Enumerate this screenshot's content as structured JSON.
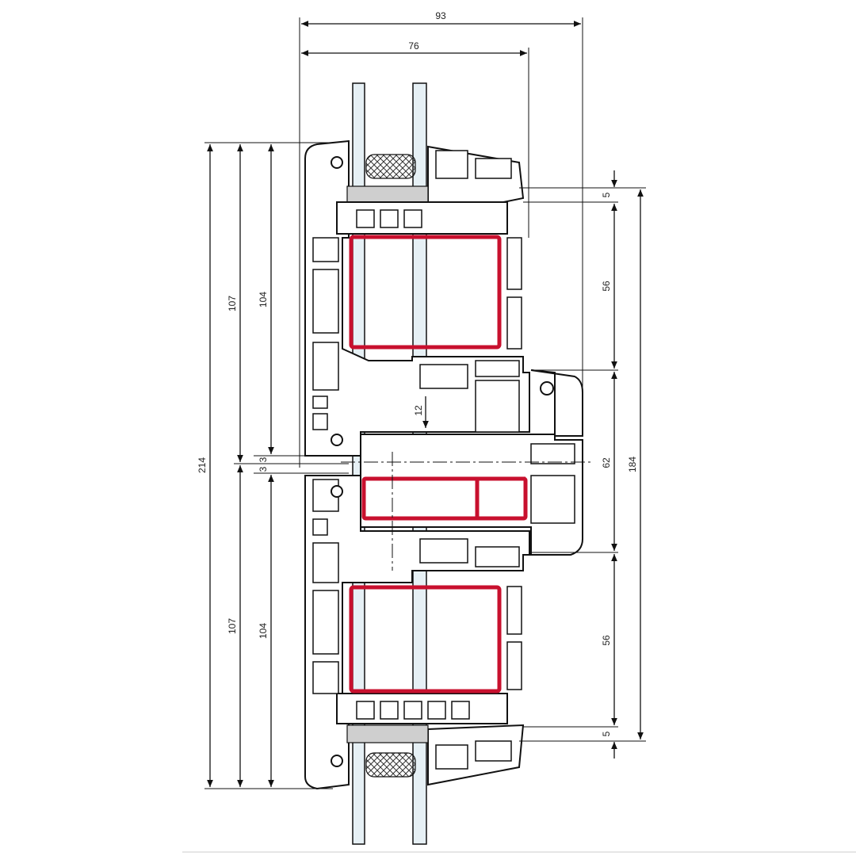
{
  "drawing": {
    "dimensions": {
      "overall_depth": "93",
      "frame_depth": "76",
      "total_height": "214",
      "upper_height_outer": "107",
      "upper_height_inner": "104",
      "lower_height_outer": "107",
      "lower_height_inner": "104",
      "gap_upper": "3",
      "gap_lower": "3",
      "offset": "12",
      "right_top_5": "5",
      "right_upper_56": "56",
      "right_middle_62": "62",
      "right_lower_56": "56",
      "right_bottom_5": "5",
      "right_total": "184"
    },
    "colors": {
      "reinforcement": "#c8102e",
      "line": "#111111",
      "glass": "#e6f0f5"
    }
  }
}
